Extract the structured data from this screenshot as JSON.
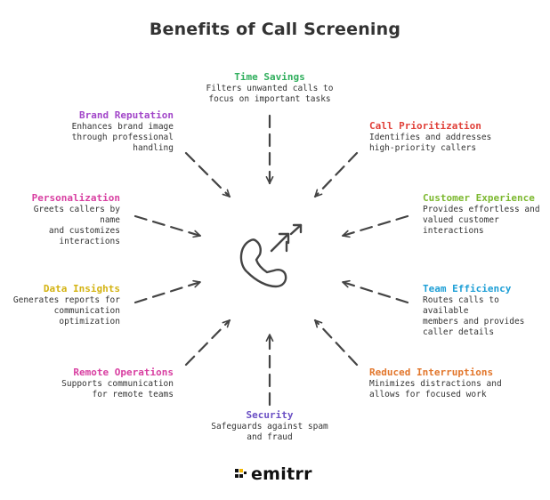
{
  "title": "Benefits of Call Screening",
  "colors": {
    "time_savings": "#2fae5c",
    "brand_reputation": "#a246c9",
    "call_prioritization": "#e0413a",
    "personalization": "#d83fa1",
    "customer_experience": "#7cb82f",
    "data_insights": "#d4b312",
    "team_efficiency": "#1e9fd6",
    "remote_operations": "#d83fa1",
    "reduced_interruptions": "#e2762b",
    "security": "#6a4fc4",
    "arrow": "#444444"
  },
  "center_icon": "phone-forward-icon",
  "benefits": {
    "time_savings": {
      "title": "Time Savings",
      "desc": [
        "Filters unwanted calls to",
        "focus on important tasks"
      ]
    },
    "brand_reputation": {
      "title": "Brand Reputation",
      "desc": [
        "Enhances brand image",
        "through professional",
        "handling"
      ]
    },
    "call_prioritization": {
      "title": "Call Prioritization",
      "desc": [
        "Identifies and addresses",
        "high-priority callers"
      ]
    },
    "personalization": {
      "title": "Personalization",
      "desc": [
        "Greets callers by name",
        "and customizes",
        "interactions"
      ]
    },
    "customer_experience": {
      "title": "Customer Experience",
      "desc": [
        "Provides effortless and",
        "valued customer",
        "interactions"
      ]
    },
    "data_insights": {
      "title": "Data Insights",
      "desc": [
        "Generates reports for",
        "communication",
        "optimization"
      ]
    },
    "team_efficiency": {
      "title": "Team Efficiency",
      "desc": [
        "Routes calls to available",
        "members and provides",
        "caller details"
      ]
    },
    "remote_operations": {
      "title": "Remote Operations",
      "desc": [
        "Supports communication",
        "for remote teams"
      ]
    },
    "reduced_interruptions": {
      "title": "Reduced Interruptions",
      "desc": [
        "Minimizes distractions and",
        "allows for focused work"
      ]
    },
    "security": {
      "title": "Security",
      "desc": [
        "Safeguards against spam",
        "and fraud"
      ]
    }
  },
  "logo": {
    "text": "emitrr"
  }
}
